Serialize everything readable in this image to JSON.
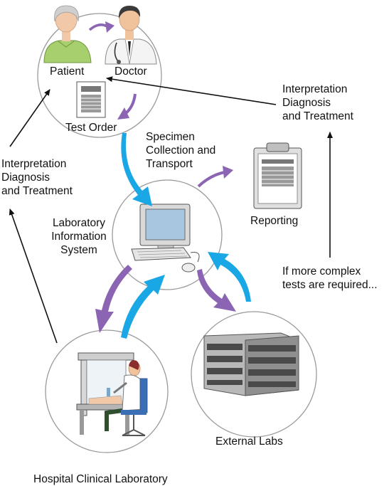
{
  "nodes": {
    "patient": "Patient",
    "doctor": "Doctor",
    "test_order": "Test Order",
    "lis": [
      "Laboratory",
      "Information",
      "System"
    ],
    "reporting": "Reporting",
    "external_labs": "External Labs",
    "hospital_lab": "Hospital Clinical Laboratory"
  },
  "edges": {
    "specimen": [
      "Specimen",
      "Collection and",
      "Transport"
    ],
    "interp_left": [
      "Interpretation",
      "Diagnosis",
      "and Treatment"
    ],
    "interp_right": [
      "Interpretation",
      "Diagnosis",
      "and Treatment"
    ],
    "complex": [
      "If more complex",
      "tests are required..."
    ]
  },
  "colors": {
    "circle": "#9a9a9a",
    "purple_arrow": "#8b64b4",
    "blue_arrow": "#19a7e6",
    "black_arrow": "#111111"
  },
  "icons": [
    "patient-figure-icon",
    "doctor-figure-icon",
    "test-order-document-icon",
    "computer-icon",
    "clipboard-report-icon",
    "office-building-icon",
    "lab-technician-icon"
  ]
}
